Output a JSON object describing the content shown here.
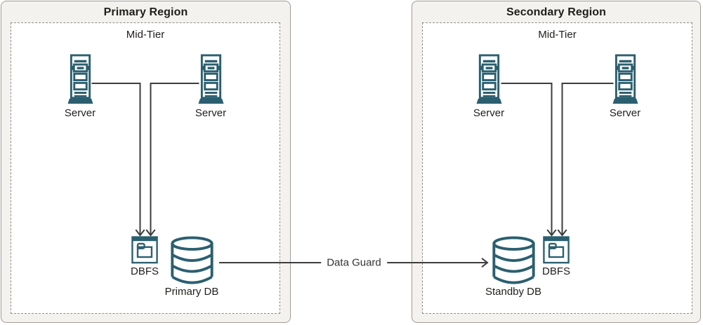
{
  "regions": [
    {
      "title": "Primary Region",
      "midtier_label": "Mid-Tier",
      "servers": [
        "Server",
        "Server"
      ],
      "dbfs_label": "DBFS",
      "db_label": "Primary DB"
    },
    {
      "title": "Secondary Region",
      "midtier_label": "Mid-Tier",
      "servers": [
        "Server",
        "Server"
      ],
      "dbfs_label": "DBFS",
      "db_label": "Standby DB"
    }
  ],
  "connection": {
    "label": "Data Guard"
  },
  "icons": {
    "server": "server-tower-icon",
    "db": "database-cylinder-icon",
    "dbfs": "dbfs-window-icon"
  },
  "colors": {
    "icon": "#2b5f70",
    "line": "#3d3d3d",
    "card_bg": "#f4f2ef",
    "card_border": "#a19c96",
    "dashed_border": "#8f8b85",
    "text": "#201e1c"
  }
}
